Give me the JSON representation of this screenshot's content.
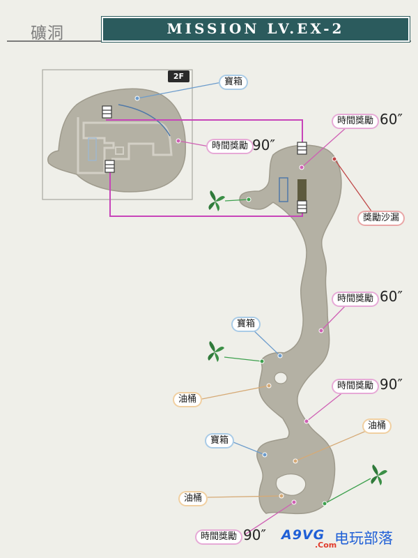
{
  "header": {
    "area_name": "礦洞",
    "mission_title": "MISSION LV.EX-2"
  },
  "floor_badge": "2F",
  "labels": {
    "treasure": "寶箱",
    "time_bonus": "時間獎勵",
    "bonus_hourglass": "獎勵沙漏",
    "oil_drum": "油桶"
  },
  "time_bonus_values": {
    "t60": "60″",
    "t90": "90″"
  },
  "colors": {
    "cave_fill": "#b4b1a4",
    "cave_edge": "#9e9a8c",
    "route_line": "#c744b9",
    "pink_marker": "#cf5fb4",
    "blue_marker": "#6c9ccc",
    "tan_marker": "#d6aa76",
    "red_marker": "#bf4747",
    "green_marker": "#3da04d",
    "header_band": "#2b5b5d"
  },
  "icons": {
    "ladder": "ladder-icon",
    "herb": "herb-plant-icon"
  },
  "logo": {
    "brand": "A9VG",
    "domain": ".Com",
    "cn_name": "电玩部落"
  }
}
